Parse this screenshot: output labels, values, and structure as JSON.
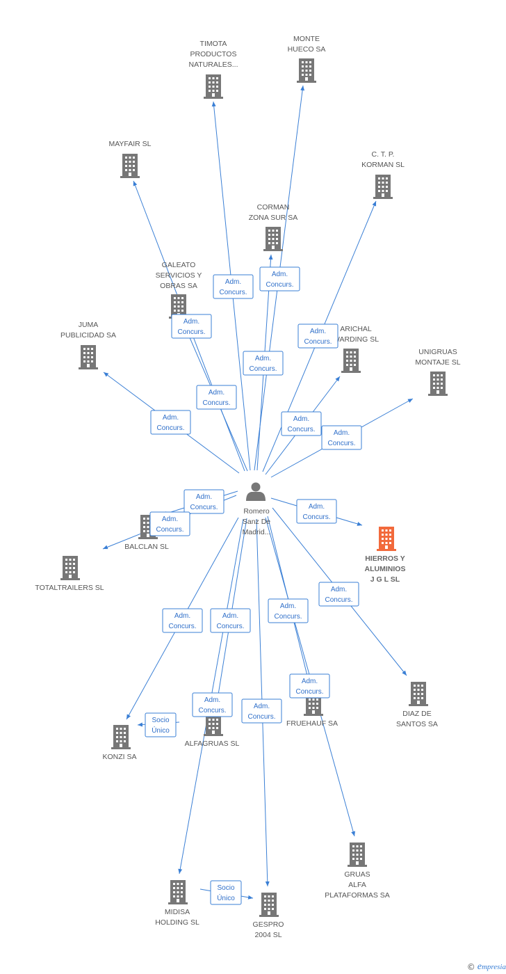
{
  "center": {
    "name": "Romero Sanz De Madrid...",
    "lines": [
      "Romero",
      "Sanz De",
      "Madrid..."
    ]
  },
  "nodes": [
    {
      "id": "timota",
      "lines": [
        "TIMOTA",
        "PRODUCTOS",
        "NATURALES..."
      ]
    },
    {
      "id": "monte",
      "lines": [
        "MONTE",
        "HUECO SA"
      ]
    },
    {
      "id": "mayfair",
      "lines": [
        "MAYFAIR SL"
      ]
    },
    {
      "id": "ctp",
      "lines": [
        "C.  T.  P.",
        "KORMAN SL"
      ]
    },
    {
      "id": "corman",
      "lines": [
        "CORMAN",
        "ZONA SUR SA"
      ]
    },
    {
      "id": "galeato",
      "lines": [
        "GALEATO",
        "SERVICIOS Y",
        "OBRAS SA"
      ]
    },
    {
      "id": "juma",
      "lines": [
        "JUMA",
        "PUBLICIDAD SA"
      ]
    },
    {
      "id": "arichal",
      "lines": [
        "ARICHAL",
        "WARDING SL"
      ]
    },
    {
      "id": "unigruas",
      "lines": [
        "UNIGRUAS",
        "MONTAJE SL"
      ]
    },
    {
      "id": "balclan",
      "lines": [
        "BALCLAN SL"
      ]
    },
    {
      "id": "totaltrailers",
      "lines": [
        "TOTALTRAILERS SL"
      ]
    },
    {
      "id": "hierros",
      "lines": [
        "HIERROS Y",
        "ALUMINIOS",
        "J G L SL"
      ]
    },
    {
      "id": "diaz",
      "lines": [
        "DIAZ DE",
        "SANTOS SA"
      ]
    },
    {
      "id": "fruehauf",
      "lines": [
        "FRUEHAUF SA"
      ]
    },
    {
      "id": "alfagruas",
      "lines": [
        "ALFAGRUAS SL"
      ]
    },
    {
      "id": "konzi",
      "lines": [
        "KONZI SA"
      ]
    },
    {
      "id": "gruas",
      "lines": [
        "GRUAS",
        "ALFA",
        "PLATAFORMAS SA"
      ]
    },
    {
      "id": "midisa",
      "lines": [
        "MIDISA",
        "HOLDING SL"
      ]
    },
    {
      "id": "gespro",
      "lines": [
        "GESPRO",
        "2004 SL"
      ]
    }
  ],
  "relation_labels": {
    "adm": [
      "Adm.",
      "Concurs."
    ],
    "socio": [
      "Socio",
      "Único"
    ]
  },
  "colors": {
    "edge": "#3a7fd5",
    "building": "#777777",
    "highlight": "#f26a3c",
    "person": "#777777"
  },
  "footer": {
    "copyright": "©",
    "brand_e": "e",
    "brand_rest": "mpresia"
  }
}
